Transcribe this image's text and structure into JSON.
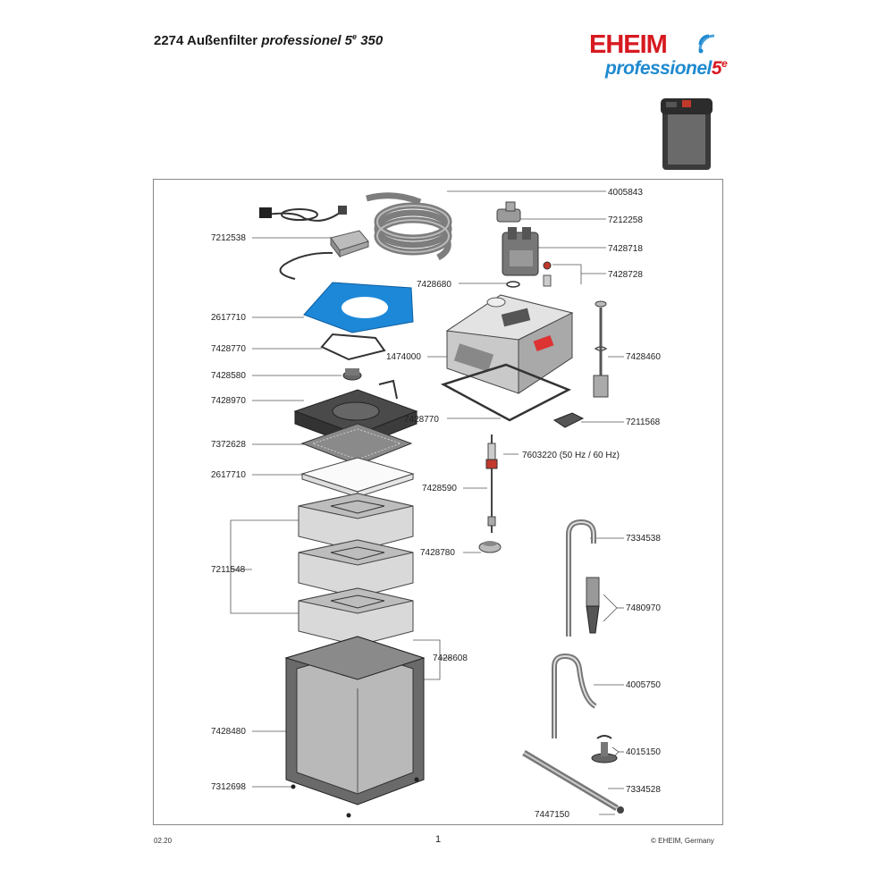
{
  "header": {
    "title_plain": "2274 Außenfilter",
    "title_italic": "professionel 5",
    "title_sup": "e",
    "title_model": "350"
  },
  "logo": {
    "brand": "EHEIM",
    "sub": "professionel",
    "sub_num": "5",
    "sub_sup": "e"
  },
  "parts": {
    "p4005843": "4005843",
    "p7212258": "7212258",
    "p7212538": "7212538",
    "p7428718": "7428718",
    "p7428728": "7428728",
    "p7428680": "7428680",
    "p2617710a": "2617710",
    "p7428770a": "7428770",
    "p1474000": "1474000",
    "p7428460": "7428460",
    "p7428580": "7428580",
    "p7428970": "7428970",
    "p7428770b": "7428770",
    "p7211568": "7211568",
    "p7372628": "7372628",
    "p7603220": "7603220 (50 Hz / 60 Hz)",
    "p2617710b": "2617710",
    "p7428590": "7428590",
    "p7334538": "7334538",
    "p7211548": "7211548",
    "p7428780": "7428780",
    "p7480970": "7480970",
    "p7428608": "7428608",
    "p4005750": "4005750",
    "p7428480": "7428480",
    "p4015150": "4015150",
    "p7312698": "7312698",
    "p7334528": "7334528",
    "p7447150": "7447150"
  },
  "footer": {
    "date": "02.20",
    "page": "1",
    "copyright": "© EHEIM, Germany"
  },
  "colors": {
    "brand_red": "#d71920",
    "brand_blue": "#1f8ad0",
    "filter_blue": "#1e88d8",
    "canister_grey": "#6a6a6a"
  }
}
